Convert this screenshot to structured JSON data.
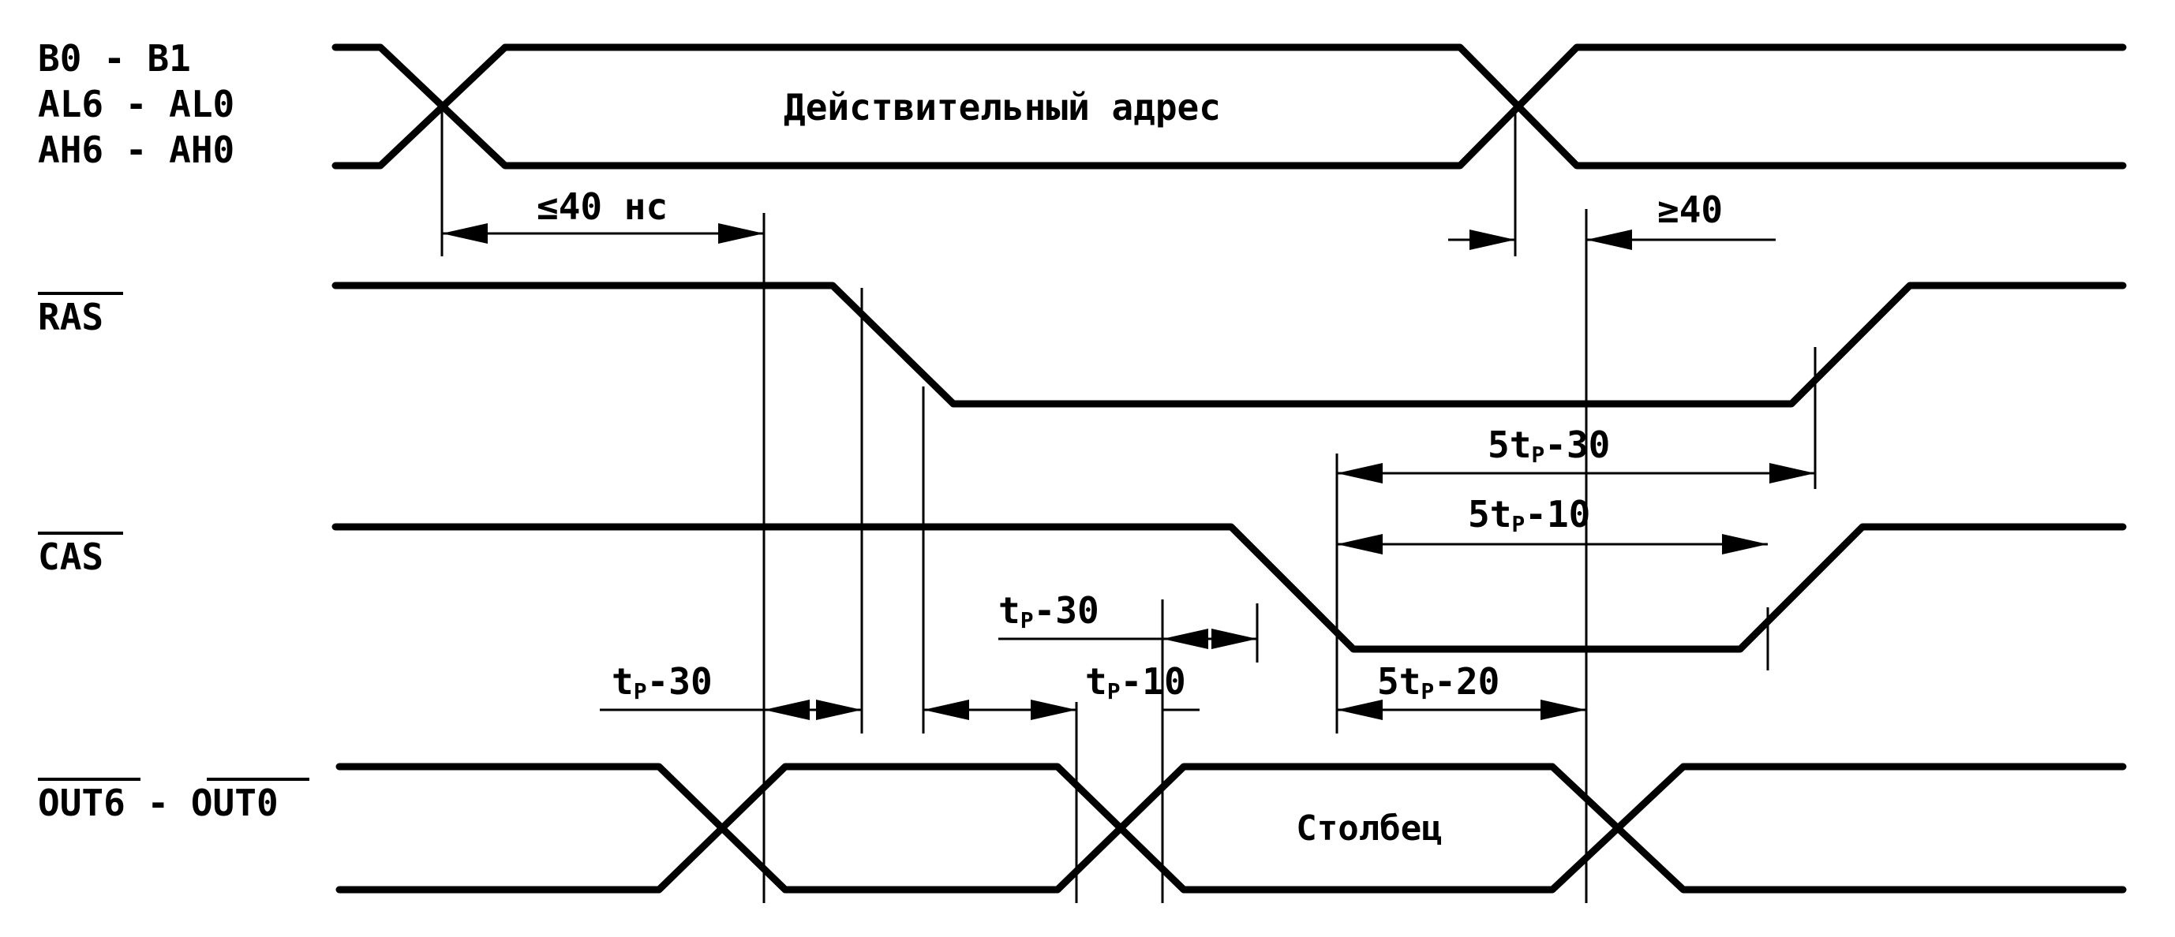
{
  "signals": {
    "address": {
      "line1": "B0 - B1",
      "line2": "AL6 - AL0",
      "line3": "AH6 - AH0",
      "content": "Действительный адрес"
    },
    "ras": {
      "name": "RAS"
    },
    "cas": {
      "name": "CAS"
    },
    "out": {
      "name": "OUT6 - OUT0",
      "content": "Столбец"
    }
  },
  "timings": {
    "addr_to_ras_max": "≤40 нс",
    "addr_hold_min": "≥40",
    "ras_5tp_30": "5t_P-30",
    "cas_5tp_10": "5t_P-10",
    "cas_tp_30": "t_P-30",
    "out_tp_30": "t_P-30",
    "out_tp_10": "t_P-10",
    "out_5tp_20": "5t_P-20"
  }
}
